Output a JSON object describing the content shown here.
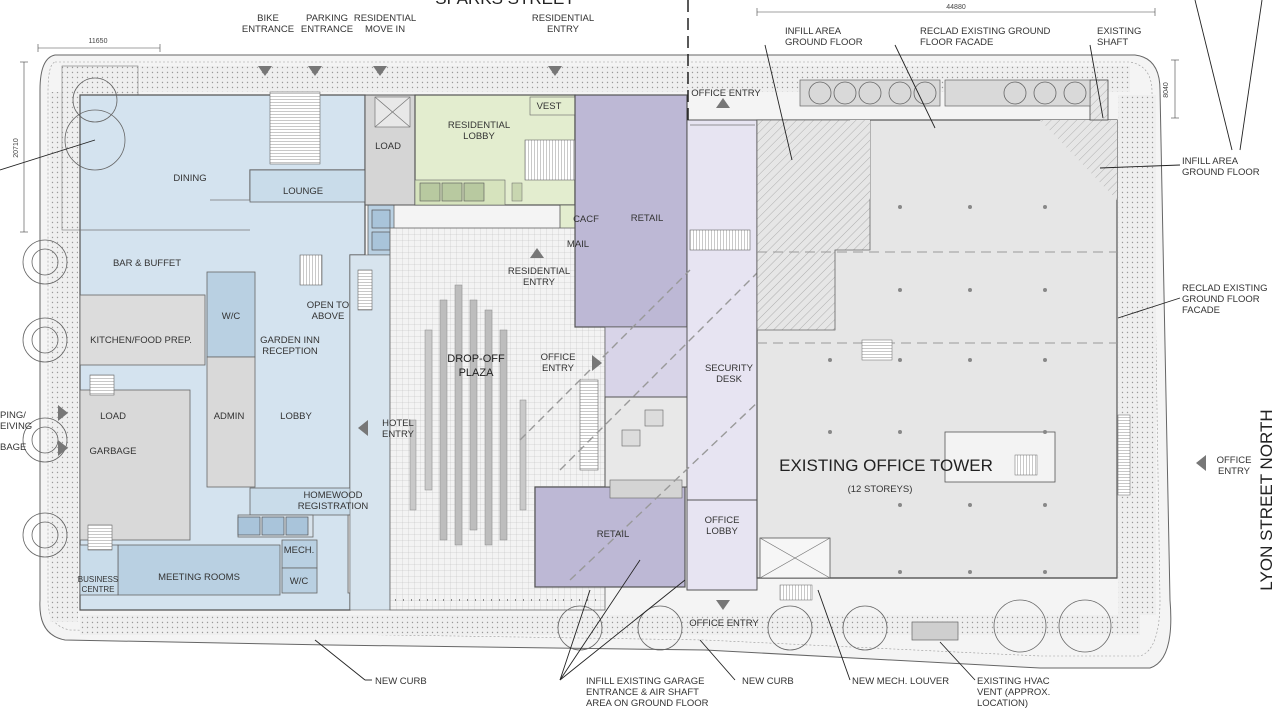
{
  "street_top": "SPARKS STREET",
  "street_right": "LYON STREET NORTH",
  "dimensions": {
    "d1": "11650",
    "d2": "20710",
    "d3": "44880",
    "d4": "8040"
  },
  "top_labels": {
    "bike_l1": "BIKE",
    "bike_l2": "ENTRANCE",
    "parking_l1": "PARKING",
    "parking_l2": "ENTRANCE",
    "resmove_l1": "RESIDENTIAL",
    "resmove_l2": "MOVE IN",
    "resentry_l1": "RESIDENTIAL",
    "resentry_l2": "ENTRY",
    "infill1_l1": "INFILL AREA",
    "infill1_l2": "GROUND FLOOR",
    "reclad1_l1": "RECLAD EXISTING GROUND",
    "reclad1_l2": "FLOOR FACADE",
    "shaft_l1": "EXISTING",
    "shaft_l2": "SHAFT"
  },
  "right_labels": {
    "infill2_l1": "INFILL AREA",
    "infill2_l2": "GROUND FLOOR",
    "reclad2_l1": "RECLAD EXISTING",
    "reclad2_l2": "GROUND FLOOR",
    "reclad2_l3": "FACADE",
    "office_entry_l1": "OFFICE",
    "office_entry_l2": "ENTRY"
  },
  "left_labels": {
    "l1": "PING/",
    "l2": "EIVING",
    "l3": "BAGE"
  },
  "rooms": {
    "dining": "DINING",
    "lounge": "LOUNGE",
    "bar": "BAR & BUFFET",
    "kitchen": "KITCHEN/FOOD PREP.",
    "wc1": "W/C",
    "garden_l1": "GARDEN INN",
    "garden_l2": "RECEPTION",
    "open_l1": "OPEN TO",
    "open_l2": "ABOVE",
    "lobby": "LOBBY",
    "load1": "LOAD",
    "load2": "LOAD",
    "garbage": "GARBAGE",
    "admin": "ADMIN",
    "homewood_l1": "HOMEWOOD",
    "homewood_l2": "REGISTRATION",
    "mech": "MECH.",
    "wc2": "W/C",
    "meeting": "MEETING ROOMS",
    "business_l1": "BUSINESS",
    "business_l2": "CENTRE",
    "res_lobby_l1": "RESIDENTIAL",
    "res_lobby_l2": "LOBBY",
    "vest": "VEST",
    "cacf": "CACF",
    "mail": "MAIL",
    "res_entry_l1": "RESIDENTIAL",
    "res_entry_l2": "ENTRY",
    "retail1": "RETAIL",
    "retail2": "RETAIL",
    "dropoff_l1": "DROP-OFF",
    "dropoff_l2": "PLAZA",
    "office_entry_l1": "OFFICE",
    "office_entry_l2": "ENTRY",
    "hotel_l1": "HOTEL",
    "hotel_l2": "ENTRY",
    "security_l1": "SECURITY",
    "security_l2": "DESK",
    "office_lobby_l1": "OFFICE",
    "office_lobby_l2": "LOBBY",
    "office_entry_top": "OFFICE ENTRY",
    "office_entry_bottom": "OFFICE ENTRY",
    "tower": "EXISTING OFFICE TOWER",
    "storeys": "(12 STOREYS)"
  },
  "bottom_labels": {
    "curb1": "NEW CURB",
    "infill_l1": "INFILL EXISTING GARAGE",
    "infill_l2": "ENTRANCE & AIR SHAFT",
    "infill_l3": "AREA ON GROUND FLOOR",
    "curb2": "NEW CURB",
    "louver": "NEW MECH. LOUVER",
    "hvac_l1": "EXISTING HVAC",
    "hvac_l2": "VENT (APPROX.",
    "hvac_l3": "LOCATION)"
  },
  "colors": {
    "hotel": "#d4e3ef",
    "hotel_dark": "#b9d0e2",
    "residential": "#e3edcf",
    "retail": "#bdb8d5",
    "office": "#e7e4f2",
    "tower": "#e6e6e6",
    "service": "#d5d5d5",
    "paving": "#f1f1f1"
  }
}
